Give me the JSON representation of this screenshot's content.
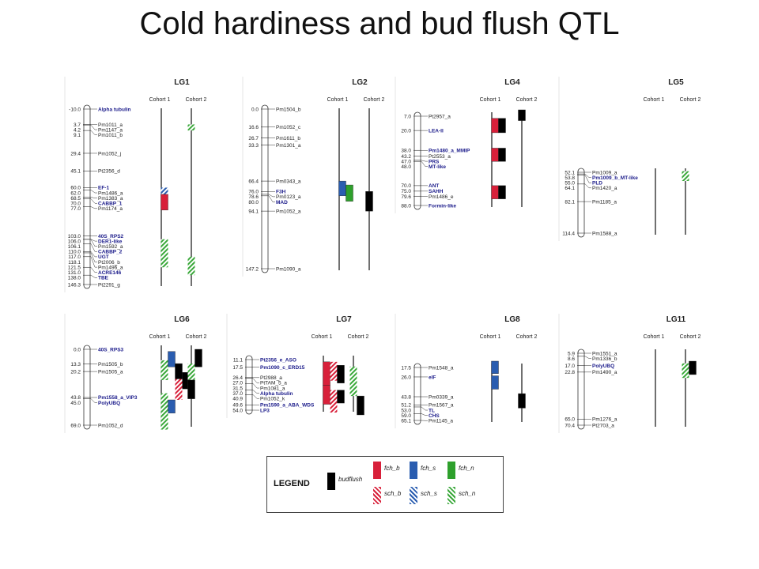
{
  "title": "Cold hardiness and bud flush QTL",
  "colors": {
    "fch_b": "#d8203a",
    "fch_s": "#2a5db0",
    "fch_n": "#2ea02c",
    "sch_b": "#d8203a",
    "sch_s": "#2a5db0",
    "sch_n": "#3aa83a",
    "budflush": "#000000",
    "gene_marker": "#1a1a8a",
    "marker": "#222222"
  },
  "cohort_labels": [
    "Cohort 1",
    "Cohort 2"
  ],
  "legend": {
    "title": "LEGEND",
    "items": [
      {
        "key": "budflush",
        "label": "budflush",
        "pattern": "solid"
      },
      {
        "key": "fch_b",
        "label": "fch_b",
        "pattern": "solid"
      },
      {
        "key": "fch_s",
        "label": "fch_s",
        "pattern": "solid"
      },
      {
        "key": "fch_n",
        "label": "fch_n",
        "pattern": "solid"
      },
      {
        "key": "sch_b",
        "label": "sch_b",
        "pattern": "hatch"
      },
      {
        "key": "sch_s",
        "label": "sch_s",
        "pattern": "hatch"
      },
      {
        "key": "sch_n",
        "label": "sch_n",
        "pattern": "hatch"
      }
    ]
  },
  "linkage_groups": [
    {
      "name": "LG1",
      "range": [
        -10.0,
        146.3
      ],
      "markers": [
        {
          "pos": "-10.0",
          "name": "Alpha tubulin",
          "gene": true
        },
        {
          "pos": "3.7",
          "name": "Pm1011_a"
        },
        {
          "pos": "4.2",
          "name": "Pm1147_a"
        },
        {
          "pos": "9.1",
          "name": "Pm1011_b"
        },
        {
          "pos": "29.4",
          "name": "Pm1052_j"
        },
        {
          "pos": "45.1",
          "name": "Pt2356_d"
        },
        {
          "pos": "60.0",
          "name": "EF-1",
          "gene": true
        },
        {
          "pos": "62.0",
          "name": "Pm1486_a"
        },
        {
          "pos": "68.5",
          "name": "Pm1383_a"
        },
        {
          "pos": "70.0",
          "name": "CABBP_1",
          "gene": true
        },
        {
          "pos": "77.0",
          "name": "Pm1174_a"
        },
        {
          "pos": "103.0",
          "name": "40S_RPS2",
          "gene": true
        },
        {
          "pos": "106.0",
          "name": "DER1-like",
          "gene": true
        },
        {
          "pos": "106.1",
          "name": "Pm1592_a"
        },
        {
          "pos": "110.0",
          "name": "CABBP_2",
          "gene": true
        },
        {
          "pos": "117.0",
          "name": "UGT",
          "gene": true
        },
        {
          "pos": "118.1",
          "name": "Pt2006_b"
        },
        {
          "pos": "121.5",
          "name": "Pm1496_a"
        },
        {
          "pos": "131.0",
          "name": "ACRE146",
          "gene": true
        },
        {
          "pos": "138.0",
          "name": "TBE",
          "gene": true
        },
        {
          "pos": "146.3",
          "name": "Pt2291_g"
        }
      ],
      "qtl": [
        {
          "cohort": 2,
          "trait": "sch_n",
          "start": 3.7,
          "end": 9.1
        },
        {
          "cohort": 1,
          "trait": "sch_s",
          "start": 60.0,
          "end": 70.0
        },
        {
          "cohort": 1,
          "trait": "fch_b",
          "start": 66.0,
          "end": 80.0
        },
        {
          "cohort": 1,
          "trait": "sch_n",
          "start": 106.0,
          "end": 131.0
        },
        {
          "cohort": 2,
          "trait": "sch_n",
          "start": 121.5,
          "end": 138.0
        }
      ]
    },
    {
      "name": "LG2",
      "range": [
        0.0,
        147.2
      ],
      "markers": [
        {
          "pos": "0.0",
          "name": "Pm1504_b"
        },
        {
          "pos": "16.6",
          "name": "Pm1052_c"
        },
        {
          "pos": "26.7",
          "name": "Pm1611_b"
        },
        {
          "pos": "33.3",
          "name": "Pm1301_a"
        },
        {
          "pos": "66.4",
          "name": "Pm0343_a"
        },
        {
          "pos": "76.0",
          "name": "F3H",
          "gene": true
        },
        {
          "pos": "78.6",
          "name": "Pm0123_a"
        },
        {
          "pos": "80.0",
          "name": "MAD",
          "gene": true
        },
        {
          "pos": "94.1",
          "name": "Pm1052_a"
        },
        {
          "pos": "147.2",
          "name": "Pm1090_a"
        }
      ],
      "qtl": [
        {
          "cohort": 1,
          "trait": "fch_s",
          "start": 66.4,
          "end": 80.0,
          "lane": 0
        },
        {
          "cohort": 1,
          "trait": "fch_n",
          "start": 70.0,
          "end": 85.0,
          "lane": 1
        },
        {
          "cohort": 2,
          "trait": "budflush",
          "start": 76.0,
          "end": 94.1
        }
      ]
    },
    {
      "name": "LG4",
      "range": [
        7.0,
        88.0
      ],
      "markers": [
        {
          "pos": "7.0",
          "name": "Pt2957_a"
        },
        {
          "pos": "20.0",
          "name": "LEA-II",
          "gene": true
        },
        {
          "pos": "38.0",
          "name": "Pm1480_a_MMIP",
          "gene": true
        },
        {
          "pos": "43.2",
          "name": "Pt2553_a"
        },
        {
          "pos": "47.0",
          "name": "PRS",
          "gene": true
        },
        {
          "pos": "48.0",
          "name": "MT-like",
          "gene": true
        },
        {
          "pos": "70.0",
          "name": "ANT",
          "gene": true
        },
        {
          "pos": "75.0",
          "name": "SAHH",
          "gene": true
        },
        {
          "pos": "79.6",
          "name": "Pm1486_e"
        },
        {
          "pos": "88.0",
          "name": "Formin-like",
          "gene": true
        }
      ],
      "qtl": [
        {
          "cohort": 1,
          "trait": "fch_b",
          "start": 9.0,
          "end": 22.0,
          "lane": 0
        },
        {
          "cohort": 1,
          "trait": "budflush",
          "start": 9.0,
          "end": 22.0,
          "lane": 1
        },
        {
          "cohort": 1,
          "trait": "fch_b",
          "start": 36.0,
          "end": 48.0,
          "lane": 0
        },
        {
          "cohort": 1,
          "trait": "budflush",
          "start": 36.0,
          "end": 48.0,
          "lane": 1
        },
        {
          "cohort": 1,
          "trait": "fch_b",
          "start": 70.0,
          "end": 82.0,
          "lane": 0
        },
        {
          "cohort": 1,
          "trait": "budflush",
          "start": 70.0,
          "end": 82.0,
          "lane": 1
        },
        {
          "cohort": 2,
          "trait": "budflush",
          "start": 0.0,
          "end": 11.0
        }
      ]
    },
    {
      "name": "LG5",
      "range": [
        52.1,
        114.4
      ],
      "markers": [
        {
          "pos": "52.1",
          "name": "Pm1009_a"
        },
        {
          "pos": "53.8",
          "name": "Pm1009_b_MT-like",
          "gene": true
        },
        {
          "pos": "55.0",
          "name": "PLD",
          "gene": true
        },
        {
          "pos": "64.1",
          "name": "Pm1420_a"
        },
        {
          "pos": "82.1",
          "name": "Pm1185_a"
        },
        {
          "pos": "114.4",
          "name": "Pm1588_a"
        }
      ],
      "qtl": [
        {
          "cohort": 2,
          "trait": "sch_n",
          "start": 51.0,
          "end": 61.0
        }
      ]
    },
    {
      "name": "LG6",
      "range": [
        0.0,
        69.0
      ],
      "markers": [
        {
          "pos": "0.0",
          "name": "40S_RPS3",
          "gene": true
        },
        {
          "pos": "13.3",
          "name": "Pm1505_b"
        },
        {
          "pos": "20.2",
          "name": "Pm1505_a"
        },
        {
          "pos": "43.8",
          "name": "Pm1558_a_VIP3",
          "gene": true
        },
        {
          "pos": "45.0",
          "name": "PolyUBQ",
          "gene": true
        },
        {
          "pos": "69.0",
          "name": "Pm1052_d"
        }
      ],
      "qtl": [
        {
          "cohort": 1,
          "trait": "sch_n",
          "start": 10.0,
          "end": 28.0,
          "lane": 0
        },
        {
          "cohort": 1,
          "trait": "fch_s",
          "start": 2.0,
          "end": 16.0,
          "lane": 1
        },
        {
          "cohort": 1,
          "trait": "budflush",
          "start": 13.0,
          "end": 29.0,
          "lane": 2
        },
        {
          "cohort": 1,
          "trait": "budflush",
          "start": 21.0,
          "end": 36.0,
          "lane": 3
        },
        {
          "cohort": 1,
          "trait": "sch_b",
          "start": 27.0,
          "end": 46.0,
          "lane": 2
        },
        {
          "cohort": 1,
          "trait": "sch_n",
          "start": 40.0,
          "end": 56.0,
          "lane": 0
        },
        {
          "cohort": 1,
          "trait": "fch_s",
          "start": 46.0,
          "end": 58.0,
          "lane": 1
        },
        {
          "cohort": 1,
          "trait": "sch_n",
          "start": 56.0,
          "end": 73.0,
          "lane": 0
        },
        {
          "cohort": 2,
          "trait": "sch_n",
          "start": 13.0,
          "end": 28.0,
          "lane": 0
        },
        {
          "cohort": 2,
          "trait": "budflush",
          "start": 0.0,
          "end": 16.0,
          "lane": 1
        },
        {
          "cohort": 2,
          "trait": "budflush",
          "start": 28.0,
          "end": 45.0,
          "lane": 0
        }
      ]
    },
    {
      "name": "LG7",
      "range": [
        11.1,
        54.0
      ],
      "markers": [
        {
          "pos": "11.1",
          "name": "Pt2356_e_ASO",
          "gene": true
        },
        {
          "pos": "17.5",
          "name": "Pm1090_c_ERD15",
          "gene": true
        },
        {
          "pos": "26.4",
          "name": "Pt2988_a"
        },
        {
          "pos": "27.0",
          "name": "PtTAM_5_a"
        },
        {
          "pos": "31.5",
          "name": "Pm1081_a"
        },
        {
          "pos": "37.0",
          "name": "Alpha tubulin",
          "gene": true
        },
        {
          "pos": "40.9",
          "name": "Pm1052_k"
        },
        {
          "pos": "49.6",
          "name": "Pm1590_a_ABA_WDS",
          "gene": true
        },
        {
          "pos": "54.0",
          "name": "LP3",
          "gene": true
        }
      ],
      "qtl": [
        {
          "cohort": 1,
          "trait": "fch_b",
          "start": 13.0,
          "end": 33.0,
          "lane": 0
        },
        {
          "cohort": 1,
          "trait": "sch_b",
          "start": 13.0,
          "end": 29.0,
          "lane": 1
        },
        {
          "cohort": 1,
          "trait": "budflush",
          "start": 16.0,
          "end": 31.0,
          "lane": 2
        },
        {
          "cohort": 1,
          "trait": "fch_b",
          "start": 33.0,
          "end": 49.0,
          "lane": 0
        },
        {
          "cohort": 1,
          "trait": "sch_b",
          "start": 37.0,
          "end": 56.0,
          "lane": 1
        },
        {
          "cohort": 1,
          "trait": "budflush",
          "start": 37.0,
          "end": 48.0,
          "lane": 2
        },
        {
          "cohort": 2,
          "trait": "sch_n",
          "start": 17.0,
          "end": 42.0,
          "lane": 0
        },
        {
          "cohort": 2,
          "trait": "budflush",
          "start": 42.0,
          "end": 58.0,
          "lane": 1
        }
      ]
    },
    {
      "name": "LG8",
      "range": [
        17.5,
        65.1
      ],
      "markers": [
        {
          "pos": "17.5",
          "name": "Pm1548_a"
        },
        {
          "pos": "26.0",
          "name": "elF",
          "gene": true
        },
        {
          "pos": "43.8",
          "name": "Pm0339_a"
        },
        {
          "pos": "51.2",
          "name": "Pm1567_a"
        },
        {
          "pos": "53.0",
          "name": "TL",
          "gene": true
        },
        {
          "pos": "59.0",
          "name": "CHS",
          "gene": true
        },
        {
          "pos": "65.1",
          "name": "Pm1145_a"
        }
      ],
      "qtl": [
        {
          "cohort": 1,
          "trait": "fch_s",
          "start": 9.0,
          "end": 23.0
        },
        {
          "cohort": 1,
          "trait": "fch_s",
          "start": 25.0,
          "end": 37.0
        },
        {
          "cohort": 2,
          "trait": "budflush",
          "start": 41.0,
          "end": 54.0
        }
      ]
    },
    {
      "name": "LG11",
      "range": [
        5.9,
        70.4
      ],
      "markers": [
        {
          "pos": "5.9",
          "name": "Pm1551_a"
        },
        {
          "pos": "8.6",
          "name": "Pm1336_b"
        },
        {
          "pos": "17.0",
          "name": "PolyUBQ",
          "gene": true
        },
        {
          "pos": "22.8",
          "name": "Pm1490_a"
        },
        {
          "pos": "65.0",
          "name": "Pm1276_a"
        },
        {
          "pos": "70.4",
          "name": "Pt2703_a"
        }
      ],
      "qtl": [
        {
          "cohort": 2,
          "trait": "sch_n",
          "start": 15.0,
          "end": 28.0,
          "lane": 0
        },
        {
          "cohort": 2,
          "trait": "budflush",
          "start": 13.0,
          "end": 25.0,
          "lane": 1
        }
      ]
    }
  ]
}
